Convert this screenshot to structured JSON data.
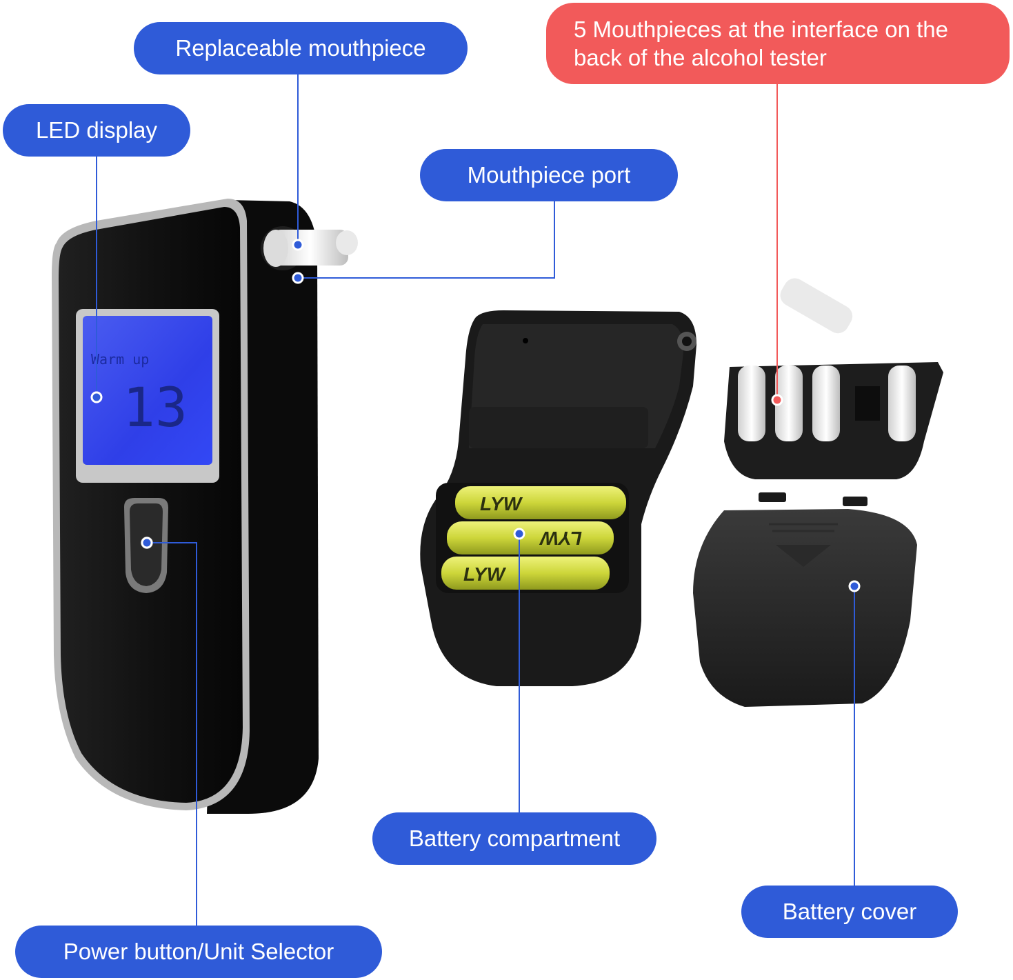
{
  "labels": {
    "replaceable_mouthpiece": "Replaceable mouthpiece",
    "led_display": "LED display",
    "mouthpiece_port": "Mouthpiece port",
    "five_mouthpieces": "5 Mouthpieces at the interface on the back of the alcohol tester",
    "battery_compartment": "Battery compartment",
    "battery_cover": "Battery cover",
    "power_button": "Power button/Unit Selector"
  },
  "device_screen": {
    "status": "Warm up",
    "countdown": "13"
  },
  "battery_brand": "LYW",
  "colors": {
    "label_blue": "#2f5bd8",
    "label_red": "#f25a5a",
    "device_black": "#151515",
    "lcd_blue": "#2a3ff0",
    "battery_yellow": "#d9e04a"
  }
}
